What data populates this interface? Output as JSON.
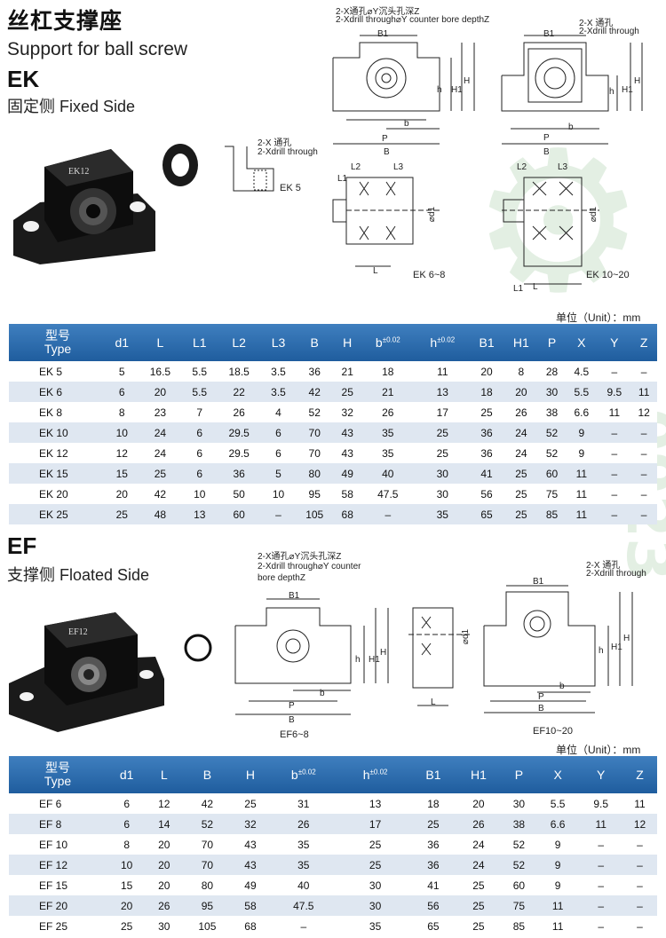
{
  "header": {
    "title_cn": "丝杠支撑座",
    "title_en": "Support for ball screw"
  },
  "ek": {
    "code": "EK",
    "subtitle": "固定侧 Fixed Side",
    "photo_label": "EK12",
    "drawings": {
      "note_top_cn": "2-X通孔⌀Y沉头孔深Z",
      "note_top_en": "2-Xdrill through⌀Y counter bore depthZ",
      "note_right_cn": "2-X 通孔",
      "note_right_en": "2-Xdrill through",
      "note_ek5_cn": "2-X 通孔",
      "note_ek5_en": "2-Xdrill through",
      "label_ek5": "EK 5",
      "label_ek6_8": "EK 6~8",
      "label_ek10_20": "EK 10~20",
      "dims": {
        "B1": "B1",
        "b": "b",
        "P": "P",
        "B": "B",
        "h": "h",
        "H1": "H1",
        "H": "H",
        "L1": "L1",
        "L2": "L2",
        "L3": "L3",
        "L": "L",
        "d1": "⌀d1"
      }
    },
    "unit": "单位（Unit）：mm",
    "table": {
      "header_cn": "型号",
      "header_en": "Type",
      "columns": [
        "d1",
        "L",
        "L1",
        "L2",
        "L3",
        "B",
        "H",
        "b",
        "h",
        "B1",
        "H1",
        "P",
        "X",
        "Y",
        "Z"
      ],
      "tolerance": "±0.02",
      "rows": [
        {
          "type": "EK  5",
          "cells": [
            "5",
            "16.5",
            "5.5",
            "18.5",
            "3.5",
            "36",
            "21",
            "18",
            "11",
            "20",
            "8",
            "28",
            "4.5",
            "–",
            "–"
          ]
        },
        {
          "type": "EK  6",
          "cells": [
            "6",
            "20",
            "5.5",
            "22",
            "3.5",
            "42",
            "25",
            "21",
            "13",
            "18",
            "20",
            "30",
            "5.5",
            "9.5",
            "11"
          ]
        },
        {
          "type": "EK  8",
          "cells": [
            "8",
            "23",
            "7",
            "26",
            "4",
            "52",
            "32",
            "26",
            "17",
            "25",
            "26",
            "38",
            "6.6",
            "11",
            "12"
          ]
        },
        {
          "type": "EK  10",
          "cells": [
            "10",
            "24",
            "6",
            "29.5",
            "6",
            "70",
            "43",
            "35",
            "25",
            "36",
            "24",
            "52",
            "9",
            "–",
            "–"
          ]
        },
        {
          "type": "EK  12",
          "cells": [
            "12",
            "24",
            "6",
            "29.5",
            "6",
            "70",
            "43",
            "35",
            "25",
            "36",
            "24",
            "52",
            "9",
            "–",
            "–"
          ]
        },
        {
          "type": "EK  15",
          "cells": [
            "15",
            "25",
            "6",
            "36",
            "5",
            "80",
            "49",
            "40",
            "30",
            "41",
            "25",
            "60",
            "11",
            "–",
            "–"
          ]
        },
        {
          "type": "EK  20",
          "cells": [
            "20",
            "42",
            "10",
            "50",
            "10",
            "95",
            "58",
            "47.5",
            "30",
            "56",
            "25",
            "75",
            "11",
            "–",
            "–"
          ]
        },
        {
          "type": "EK  25",
          "cells": [
            "25",
            "48",
            "13",
            "60",
            "–",
            "105",
            "68",
            "–",
            "35",
            "65",
            "25",
            "85",
            "11",
            "–",
            "–"
          ]
        }
      ]
    }
  },
  "ef": {
    "code": "EF",
    "subtitle": "支撑侧 Floated Side",
    "photo_label": "EF12",
    "drawings": {
      "note_top_cn": "2-X通孔⌀Y沉头孔深Z",
      "note_top_en": "2-Xdrill through⌀Y counter",
      "note_top_en2": "bore depthZ",
      "note_right_cn": "2-X 通孔",
      "note_right_en": "2-Xdrill through",
      "label_ef6_8": "EF6~8",
      "label_ef10_20": "EF10~20",
      "dims": {
        "B1": "B1",
        "b": "b",
        "P": "P",
        "B": "B",
        "h": "h",
        "H1": "H1",
        "H": "H",
        "L": "L",
        "d1": "⌀d1"
      }
    },
    "unit": "单位（Unit）：mm",
    "table": {
      "header_cn": "型号",
      "header_en": "Type",
      "columns": [
        "d1",
        "L",
        "B",
        "H",
        "b",
        "h",
        "B1",
        "H1",
        "P",
        "X",
        "Y",
        "Z"
      ],
      "tolerance": "±0.02",
      "rows": [
        {
          "type": "EF  6",
          "cells": [
            "6",
            "12",
            "42",
            "25",
            "31",
            "13",
            "18",
            "20",
            "30",
            "5.5",
            "9.5",
            "11"
          ]
        },
        {
          "type": "EF  8",
          "cells": [
            "6",
            "14",
            "52",
            "32",
            "26",
            "17",
            "25",
            "26",
            "38",
            "6.6",
            "11",
            "12"
          ]
        },
        {
          "type": "EF  10",
          "cells": [
            "8",
            "20",
            "70",
            "43",
            "35",
            "25",
            "36",
            "24",
            "52",
            "9",
            "–",
            "–"
          ]
        },
        {
          "type": "EF  12",
          "cells": [
            "10",
            "20",
            "70",
            "43",
            "35",
            "25",
            "36",
            "24",
            "52",
            "9",
            "–",
            "–"
          ]
        },
        {
          "type": "EF  15",
          "cells": [
            "15",
            "20",
            "80",
            "49",
            "40",
            "30",
            "41",
            "25",
            "60",
            "9",
            "–",
            "–"
          ]
        },
        {
          "type": "EF  20",
          "cells": [
            "20",
            "26",
            "95",
            "58",
            "47.5",
            "30",
            "56",
            "25",
            "75",
            "11",
            "–",
            "–"
          ]
        },
        {
          "type": "EF  25",
          "cells": [
            "25",
            "30",
            "105",
            "68",
            "–",
            "35",
            "65",
            "25",
            "85",
            "11",
            "–",
            "–"
          ]
        }
      ]
    }
  }
}
